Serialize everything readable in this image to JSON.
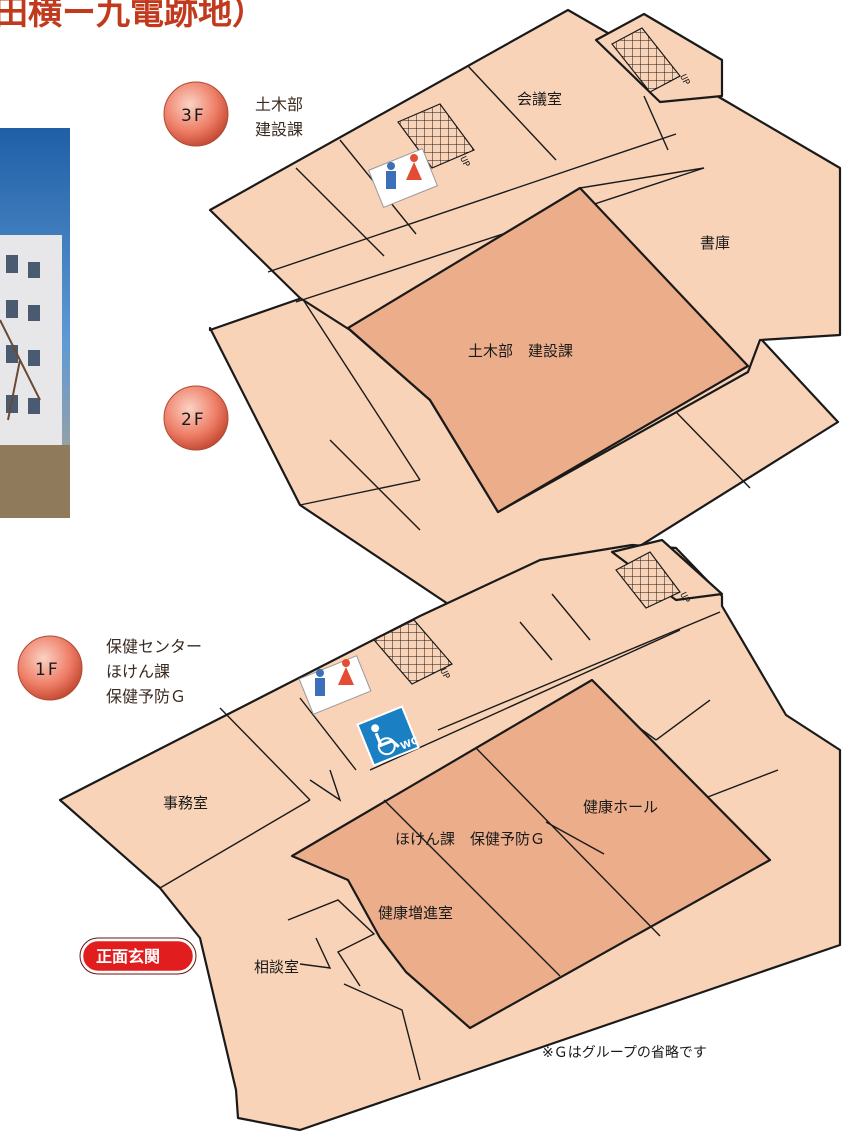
{
  "title": "田横ー九電跡地）",
  "colors": {
    "floor": "#f8d3b8",
    "hall": "#ecad8a",
    "badge_fill": "#e9705a",
    "badge_ring": "#ffffff",
    "entrance": "#e11d1d",
    "wc_blue": "#1b7fc4",
    "toilet_male": "#3d6fb8",
    "toilet_female": "#e24d34",
    "photo_sky": "#2b6fb3"
  },
  "floors": {
    "f3": {
      "badge": "3F",
      "description": [
        "土木部",
        "建設課"
      ],
      "rooms": {
        "meeting": "会議室",
        "archive": "書庫",
        "main": "土木部　建設課"
      }
    },
    "f2": {
      "badge": "2F"
    },
    "f1": {
      "badge": "1F",
      "description": [
        "保健センター",
        "ほけん課",
        "保健予防Ｇ"
      ],
      "rooms": {
        "office": "事務室",
        "health_hall": "健康ホール",
        "section": "ほけん課　保健予防Ｇ",
        "promotion": "健康増進室",
        "consult": "相談室"
      }
    }
  },
  "stairs_label": "UP",
  "wc_label": "WC",
  "entrance": "正面玄関",
  "note": "※Ｇはグループの省略です",
  "icons": [
    "toilet-male-icon",
    "toilet-female-icon",
    "accessible-wc-icon"
  ]
}
